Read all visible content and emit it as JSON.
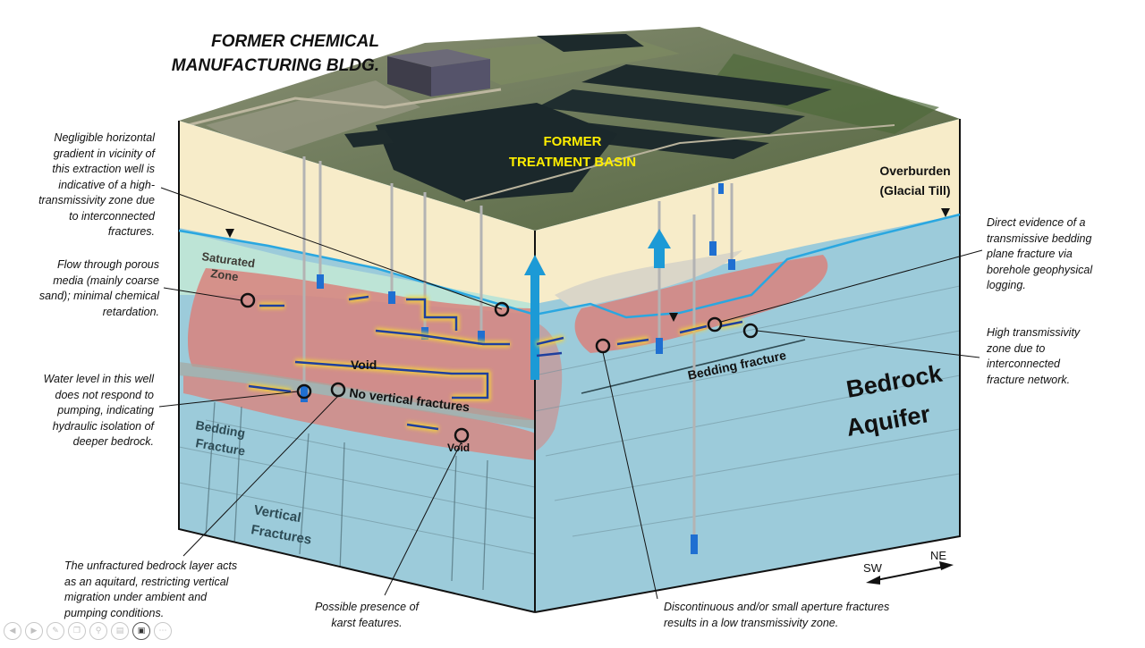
{
  "labels": {
    "building_line1": "FORMER CHEMICAL",
    "building_line2": "MANUFACTURING BLDG.",
    "basin_line1": "FORMER",
    "basin_line2": "TREATMENT BASIN",
    "overburden_line1": "Overburden",
    "overburden_line2": "(Glacial Till)",
    "saturated_line1": "Saturated",
    "saturated_line2": "Zone",
    "void_upper": "Void",
    "no_vertical": "No vertical fractures",
    "bedding_left_line1": "Bedding",
    "bedding_left_line2": "Fracture",
    "void_lower": "Void",
    "vertical_line1": "Vertical",
    "vertical_line2": "Fractures",
    "bedding_right": "Bedding fracture",
    "bedrock_line1": "Bedrock",
    "bedrock_line2": "Aquifer",
    "compass_sw": "SW",
    "compass_ne": "NE"
  },
  "annotations": {
    "gradient": [
      "Negligible horizontal",
      "gradient in vicinity of",
      "this extraction well is",
      "indicative of a high-",
      "transmissivity zone due",
      "to interconnected",
      "fractures."
    ],
    "porous": [
      "Flow through porous",
      "media (mainly coarse",
      "sand); minimal chemical",
      "retardation."
    ],
    "water_level": [
      "Water level in this well",
      "does not respond to",
      "pumping, indicating",
      "hydraulic isolation of",
      "deeper bedrock."
    ],
    "aquitard": [
      "The unfractured bedrock layer acts",
      "as an aquitard, restricting vertical",
      "migration under ambient and",
      "pumping conditions."
    ],
    "karst": [
      "Possible presence of",
      "karst features."
    ],
    "discontinuous": [
      "Discontinuous and/or small aperture fractures",
      "results in a low transmissivity zone."
    ],
    "direct_evidence": [
      "Direct evidence of a",
      "transmissive bedding",
      "plane fracture via",
      "borehole geophysical",
      "logging."
    ],
    "high_trans": [
      "High transmissivity",
      "zone due to",
      "interconnected",
      "fracture network."
    ]
  },
  "colors": {
    "overburden": "#f7ecc9",
    "bedrock": "#9ccbda",
    "bedrock_dark": "#8cbfcf",
    "plume": "#d9837d",
    "water_table": "#2aa7e0",
    "flow_arrow": "#1f3f9e",
    "flow_glow": "#f3d23a",
    "basin_text": "#ffee00",
    "well_casing": "#b3b3b3",
    "well_screen": "#1f6fd1"
  },
  "controls": [
    "back-icon",
    "forward-icon",
    "pen-icon",
    "copy-icon",
    "zoom-icon",
    "subtitles-icon",
    "camera-icon",
    "more-icon"
  ]
}
